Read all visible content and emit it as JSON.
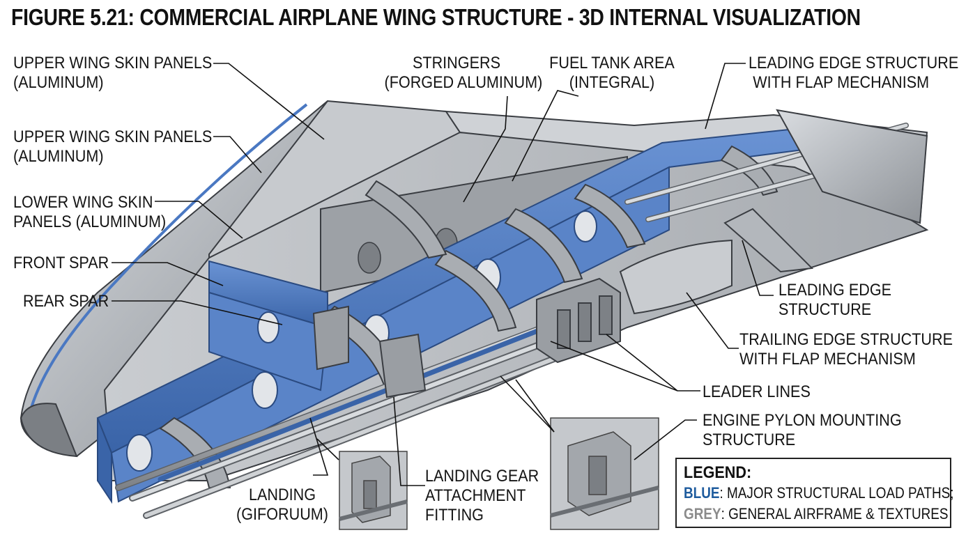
{
  "title": "FIGURE 5.21: COMMERCIAL AIRPLANE WING STRUCTURE - 3D INTERNAL VISUALIZATION",
  "labels": {
    "upper_skin_1": [
      "UPPER WING SKIN PANELS",
      "(ALUMINUM)"
    ],
    "upper_skin_2": [
      "UPPER WING SKIN PANELS",
      "(ALUMINUM)"
    ],
    "lower_skin": [
      "LOWER WING SKIN",
      "PANELS (ALUMINUM)"
    ],
    "front_spar": [
      "FRONT SPAR"
    ],
    "rear_spar": [
      "REAR SPAR"
    ],
    "stringers": [
      "STRINGERS",
      "(FORGED ALUMINUM)"
    ],
    "fuel_tank": [
      "FUEL TANK AREA",
      "(INTEGRAL)"
    ],
    "leading_edge_flap": [
      "LEADING EDGE",
      "STRUCTURE",
      "WITH FLAP MECHANISM"
    ],
    "leading_edge": [
      "LEADING EDGE",
      "STRUCTURE"
    ],
    "trailing_edge": [
      "TRAILING EDGE STRUCTURE",
      "WITH FLAP MECHANISM"
    ],
    "leader_lines": [
      "LEADER LINES"
    ],
    "engine_pylon": [
      "ENGINE PYLON MOUNTING",
      "STRUCTURE"
    ],
    "landing_gear": [
      "LANDING GEAR",
      "ATTACHMENT",
      "FITTING"
    ],
    "landing": [
      "LANDING",
      "(GIFORUUM)"
    ]
  },
  "legend": {
    "title": "LEGEND:",
    "blue_key": "BLUE",
    "blue_text": ": MAJOR STRUCTURAL LOAD PATHS;",
    "grey_key": "GREY",
    "grey_text": ": GENERAL AIRFRAME & TEXTURES"
  },
  "colors": {
    "spar_blue": "#4a78c2",
    "skin_grey": "#b9bdc2",
    "rib_grey": "#a2a6ab",
    "outline": "#3a3d42"
  }
}
